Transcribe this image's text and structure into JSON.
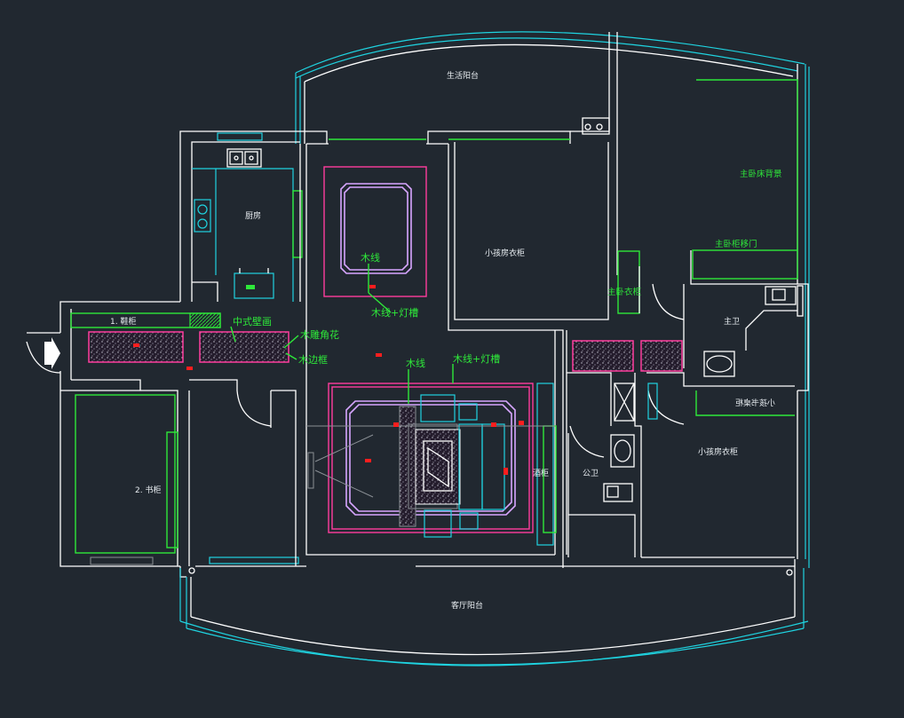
{
  "labels": {
    "life_balcony": "生活阳台",
    "kitchen": "厨房",
    "kids_wardrobe_top": "小孩房衣柜",
    "master_bed_bg": "主卧床背景",
    "master_sliding": "主卧柜移门",
    "master_wardrobe": "主卧衣柜",
    "master_bath": "主卫",
    "shoe_cabinet": "1. 鞋柜",
    "chinese_mural": "中式壁画",
    "carved_flower": "木雕角花",
    "wood_trim": "木边框",
    "wood_line_1": "木线",
    "wood_line_lamp_1": "木线+灯槽",
    "wood_line_2": "木线",
    "wood_line_lamp_2": "木线+灯槽",
    "bookcase": "2. 书柜",
    "wine_cabinet": "酒柜",
    "public_bath": "公卫",
    "kids_wardrobe_right": "小孩房衣柜",
    "kids_desk_mirrored": "小孩书桌柜",
    "living_balcony": "客厅阳台"
  },
  "colors": {
    "background": "#212830",
    "wall": "#ffffff",
    "cyan": "#1fd3e0",
    "green": "#2ee83a",
    "magenta": "#ff3d9e",
    "lavender": "#d7a6ff",
    "red_marker": "#ff1e1e"
  }
}
